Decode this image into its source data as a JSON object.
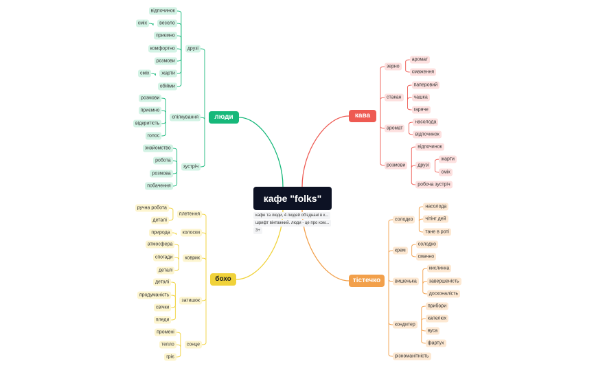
{
  "root": {
    "label": "кафе \"folks\""
  },
  "notes": [
    "кафе та люди, 4 людей об'єднані в к...",
    "шрифт вінтажний. люди - це про ком...",
    "3+"
  ],
  "colors": {
    "green": "#16b87a",
    "green_light": "#d3f3e5",
    "red": "#ee5a52",
    "red_light": "#fde0df",
    "orange": "#f2a04b",
    "orange_light": "#fde8d2",
    "yellow": "#f0d23a",
    "yellow_light": "#fdf5cf",
    "root_bg": "#0d1224"
  },
  "branches": [
    {
      "label": "люди",
      "color": "green",
      "side": "left",
      "children": [
        {
          "label": "друзі",
          "children": [
            {
              "label": "відпочинок"
            },
            {
              "label": "весело",
              "children": [
                {
                  "label": "сміх"
                }
              ]
            },
            {
              "label": "приємно"
            },
            {
              "label": "комфортно"
            },
            {
              "label": "розмови"
            },
            {
              "label": "жарти",
              "children": [
                {
                  "label": "сміх"
                }
              ]
            },
            {
              "label": "обійми"
            }
          ]
        },
        {
          "label": "спілкування",
          "children": [
            {
              "label": "розмови"
            },
            {
              "label": "приємно"
            },
            {
              "label": "відкритість"
            },
            {
              "label": "голос"
            }
          ]
        },
        {
          "label": "зустріч",
          "children": [
            {
              "label": "знайомство"
            },
            {
              "label": "робота"
            },
            {
              "label": "розмова"
            },
            {
              "label": "побачення"
            }
          ]
        }
      ]
    },
    {
      "label": "кава",
      "color": "red",
      "side": "right",
      "children": [
        {
          "label": "зерно",
          "children": [
            {
              "label": "аромат"
            },
            {
              "label": "смаження"
            }
          ]
        },
        {
          "label": "стакан",
          "children": [
            {
              "label": "паперовий"
            },
            {
              "label": "чашка"
            },
            {
              "label": "гаряче"
            }
          ]
        },
        {
          "label": "аромат",
          "children": [
            {
              "label": "насолода"
            },
            {
              "label": "відпочинок"
            }
          ]
        },
        {
          "label": "розмови",
          "children": [
            {
              "label": "відпочинок"
            },
            {
              "label": "друзі",
              "children": [
                {
                  "label": "жарти"
                },
                {
                  "label": "сміх"
                }
              ]
            },
            {
              "label": "робоча зустріч"
            }
          ]
        }
      ]
    },
    {
      "label": "бохо",
      "color": "yellow",
      "side": "left",
      "children": [
        {
          "label": "плетення",
          "children": [
            {
              "label": "ручна робота"
            },
            {
              "label": "деталі"
            }
          ]
        },
        {
          "label": "колоски",
          "children": [
            {
              "label": "природа"
            }
          ]
        },
        {
          "label": "коврик",
          "children": [
            {
              "label": "атмосфера"
            },
            {
              "label": "спогади"
            },
            {
              "label": "деталі"
            }
          ]
        },
        {
          "label": "затишок",
          "children": [
            {
              "label": "деталі"
            },
            {
              "label": "продуманість"
            },
            {
              "label": "свічки"
            },
            {
              "label": "пледи"
            }
          ]
        },
        {
          "label": "сонце",
          "children": [
            {
              "label": "промені"
            },
            {
              "label": "тепло"
            },
            {
              "label": "гріє"
            }
          ]
        }
      ]
    },
    {
      "label": "тістечко",
      "color": "orange",
      "side": "right",
      "children": [
        {
          "label": "солодко",
          "children": [
            {
              "label": "насолода"
            },
            {
              "label": "чітінг дей"
            },
            {
              "label": "тане в роті"
            }
          ]
        },
        {
          "label": "крем",
          "children": [
            {
              "label": "солодко"
            },
            {
              "label": "смачно"
            }
          ]
        },
        {
          "label": "вишенька",
          "children": [
            {
              "label": "кислинка"
            },
            {
              "label": "завершеність"
            },
            {
              "label": "досконалість"
            }
          ]
        },
        {
          "label": "кондитер",
          "children": [
            {
              "label": "прибори"
            },
            {
              "label": "капелюх"
            },
            {
              "label": "вуса"
            },
            {
              "label": "фартух"
            }
          ]
        },
        {
          "label": "різноманітність"
        }
      ]
    }
  ]
}
